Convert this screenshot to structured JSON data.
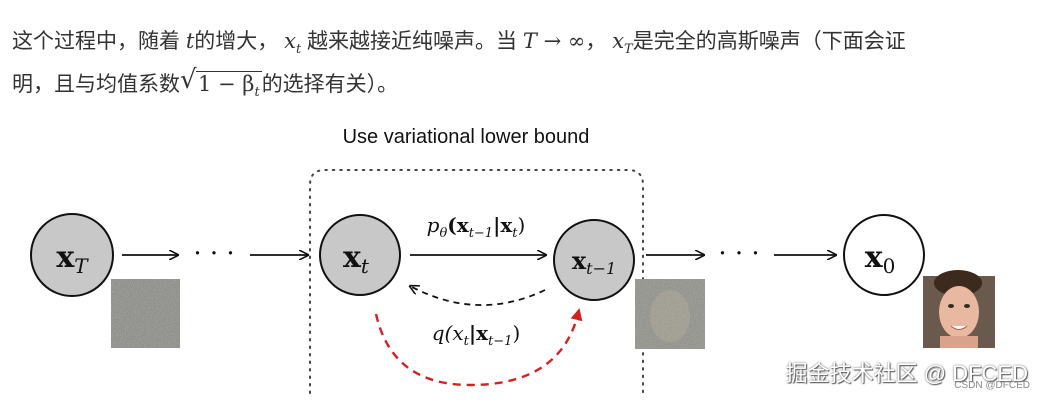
{
  "paragraph": {
    "p1": "这个过程中，随着 ",
    "t_var": "t",
    "p2": "的增大，",
    "xt_base": "x",
    "xt_sub": "t",
    "p3": " 越来越接近纯噪声。当 ",
    "limit": "T → ∞",
    "p4": "，",
    "xT_base": "x",
    "xT_sub": "T",
    "p5": "是完全的高斯噪声（下面会证",
    "p6": "明，且与均值系数",
    "sqrt_content": "1 − β",
    "sqrt_sub": "t",
    "p7": "的选择有关）。"
  },
  "diagram": {
    "title": "Use variational lower bound",
    "nodes": {
      "xT": {
        "base": "x",
        "sub": "T"
      },
      "xt": {
        "base": "x",
        "sub": "t"
      },
      "xt1": {
        "base": "x",
        "sub": "t−1"
      },
      "x0": {
        "base": "x",
        "sub": "0"
      }
    },
    "ellipsis": "· · ·",
    "p_label": "p",
    "p_sub": "θ",
    "p_args": "(x",
    "p_args_sub": "t−1",
    "p_args_mid": "|x",
    "p_args_sub2": "t",
    "p_args_end": ")",
    "q_label": "q(x",
    "q_sub": "t",
    "q_mid": "|x",
    "q_sub2": "t−1",
    "q_end": ")"
  },
  "colors": {
    "gray_node": "#c8c8c8",
    "white_node": "#ffffff",
    "red_arrow": "#d42020"
  },
  "watermark": {
    "main": "掘金技术社区 @ DFCED",
    "small": "CSDN @DFCED"
  }
}
